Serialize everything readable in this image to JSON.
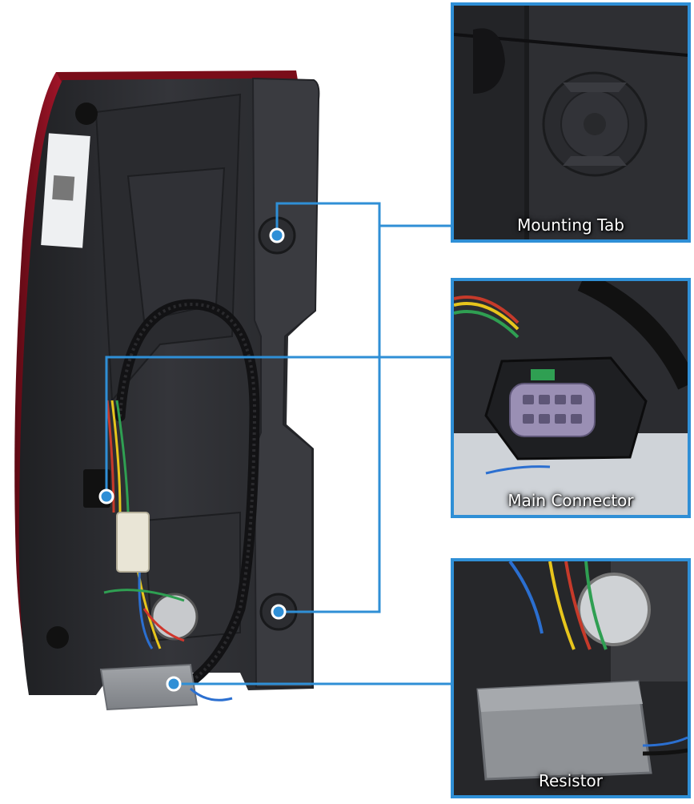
{
  "callouts": [
    {
      "label": "Mounting Tab"
    },
    {
      "label": "Main Connector"
    },
    {
      "label": "Resistor"
    }
  ],
  "colors": {
    "callout_line": "#2f8fd6",
    "housing": "#2b2c2f",
    "lens_red": "#8a0f1c",
    "resistor_box": "#8f9296",
    "connector_plug": "#9a8fb4"
  }
}
